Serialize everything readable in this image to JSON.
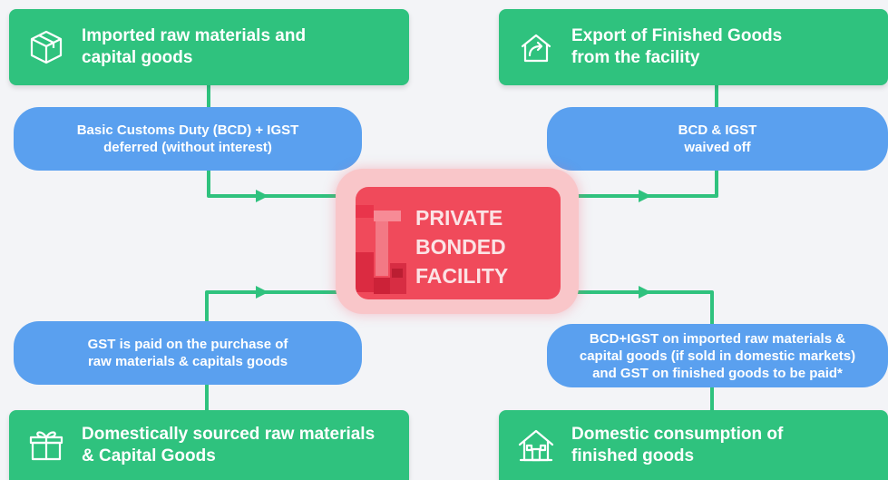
{
  "colors": {
    "background": "#f3f4f7",
    "green_box": "#2fc27e",
    "blue_pill": "#5aa0ef",
    "center_glow": "#f9c6c9",
    "center_fill": "#f04a5b",
    "connector": "#2fc27e"
  },
  "center": {
    "title": "PRIVATE\nBONDED\nFACILITY",
    "icon": "warehouse-blocks-icon"
  },
  "boxes": {
    "top_left": {
      "label": "Imported raw materials and\ncapital goods",
      "icon": "package-box-icon"
    },
    "top_right": {
      "label": "Export of Finished Goods\nfrom the facility",
      "icon": "export-house-icon"
    },
    "bottom_left": {
      "label": "Domestically sourced raw materials\n& Capital Goods",
      "icon": "gift-box-icon"
    },
    "bottom_right": {
      "label": "Domestic consumption of\nfinished goods",
      "icon": "home-icon"
    }
  },
  "pills": {
    "top_left": {
      "label": "Basic Customs Duty (BCD) + IGST\ndeferred (without interest)"
    },
    "top_right": {
      "label": "BCD & IGST\nwaived off"
    },
    "bottom_left": {
      "label": "GST is paid on the purchase of\nraw materials & capitals goods"
    },
    "bottom_right": {
      "label": "BCD+IGST on imported raw materials &\ncapital goods (if sold in domestic markets)\nand GST on finished goods to be paid*"
    }
  }
}
